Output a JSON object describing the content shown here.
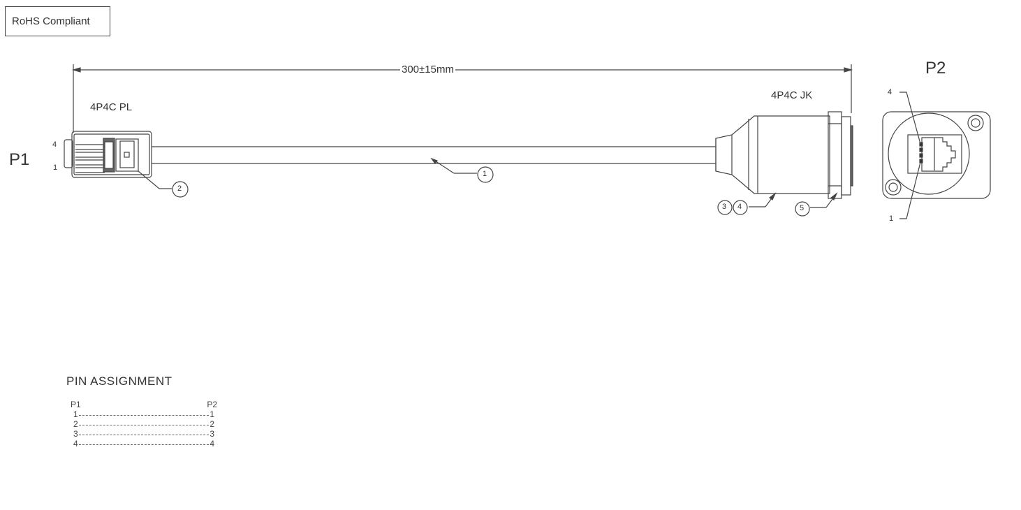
{
  "badge": {
    "label": "RoHS Compliant"
  },
  "dimension": {
    "length": "300±15mm"
  },
  "connectors": {
    "p1": {
      "name": "P1",
      "type": "4P4C PL",
      "pin_top": "4",
      "pin_bottom": "1"
    },
    "p2": {
      "name": "P2",
      "type": "4P4C JK",
      "pin_top": "4",
      "pin_bottom": "1"
    }
  },
  "balloons": [
    {
      "id": "1",
      "ref": "cable"
    },
    {
      "id": "2",
      "ref": "plug"
    },
    {
      "id": "3",
      "ref": "jack-housing"
    },
    {
      "id": "4",
      "ref": "jack-housing"
    },
    {
      "id": "5",
      "ref": "panel-flange"
    }
  ],
  "pin_assignment": {
    "title": "PIN  ASSIGNMENT",
    "header_left": "P1",
    "header_right": "P2",
    "rows": [
      {
        "p1": "1",
        "p2": "1"
      },
      {
        "p1": "2",
        "p2": "2"
      },
      {
        "p1": "3",
        "p2": "3"
      },
      {
        "p1": "4",
        "p2": "4"
      }
    ]
  },
  "colors": {
    "line": "#444444",
    "text": "#333333",
    "background": "#ffffff"
  }
}
